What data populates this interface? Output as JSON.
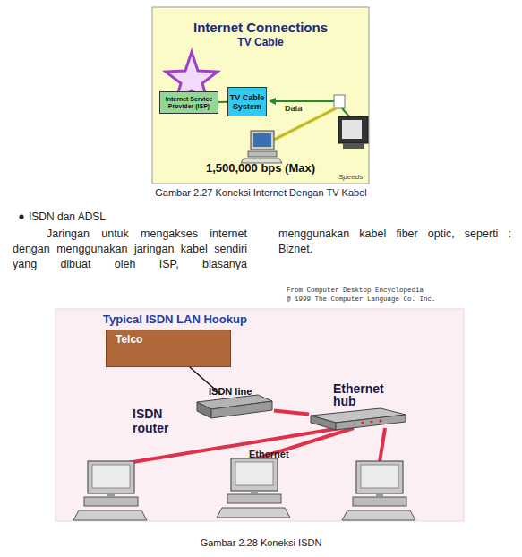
{
  "diagram": {
    "nodes": [
      {
        "text": [
          "Internet Service Provider (ISP)"
        ]
      },
      {
        "text": [
          "TV Cable System"
        ]
      },
      {
        "text": [
          "Telco"
        ]
      },
      {
        "text": [
          "ISDN router"
        ]
      },
      {
        "text": [
          "Ethernet hub"
        ]
      }
    ],
    "edges": [
      {
        "from": 0,
        "to": 1,
        "arrow": "none"
      },
      {
        "from": 2,
        "to": 3,
        "label": "ISDN line",
        "arrow": "none"
      },
      {
        "from": 3,
        "to": 4,
        "arrow": "none"
      }
    ],
    "labels": [
      "Internet Connections",
      "TV Cable",
      "Data",
      "1,500,000 bps (Max)",
      "Speeds",
      "Gambar  2.27 Koneksi Internet Dengan TV Kabel",
      "ISDN dan ADSL",
      "Jaringan untuk mengakses internet dengan menggunakan jaringan kabel sendiri yang dibuat oleh ISP, biasanya",
      "menggunakan kabel fiber optic, seperti : Biznet.",
      "From Computer Desktop Encyclopedia",
      "@ 1999 The Computer Language Co. Inc.",
      "Typical ISDN LAN Hookup",
      "Ethernet",
      "Gambar  2.28 Koneksi ISDN"
    ]
  }
}
